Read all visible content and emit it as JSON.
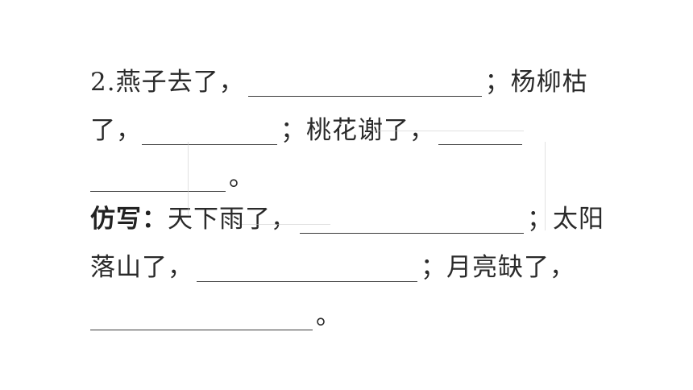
{
  "exercise": {
    "line1": {
      "number": "2.",
      "text_a": "燕子去了，",
      "text_b": "；杨柳枯"
    },
    "line2": {
      "text_a": "了，",
      "text_b": "；桃花谢了，"
    },
    "line3": {
      "text_end": "。"
    },
    "imitation": {
      "label": "仿写：",
      "text_a": "天下雨了，",
      "text_b": "；太阳",
      "line5_a": "落山了，",
      "line5_b": "；月亮缺了，",
      "line6_end": "。"
    }
  }
}
